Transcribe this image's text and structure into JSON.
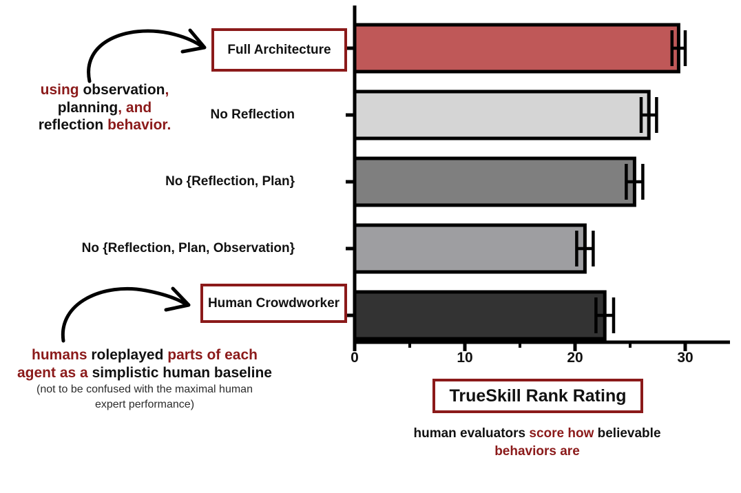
{
  "chart_data": {
    "type": "bar",
    "orientation": "horizontal",
    "title": "TrueSkill Rank Rating",
    "xlabel": "TrueSkill Rank Rating",
    "ylabel": "",
    "xlim": [
      0,
      33.5
    ],
    "xticks": [
      0,
      10,
      20,
      30
    ],
    "xtick_labels": [
      "0",
      "10",
      "20",
      "30"
    ],
    "xminor_ticks": [
      5,
      15,
      25
    ],
    "grid": false,
    "legend": null,
    "categories": [
      "Full Architecture",
      "No Reflection",
      "No {Reflection, Plan}",
      "No {Reflection, Plan, Observation}",
      "Human Crowdworker"
    ],
    "values": [
      29.4,
      26.7,
      25.4,
      20.9,
      22.7
    ],
    "errors": [
      0.6,
      0.7,
      0.75,
      0.75,
      0.8
    ],
    "bar_colors": [
      "#BF5858",
      "#D5D5D5",
      "#7F7F7F",
      "#9E9EA1",
      "#333333"
    ],
    "bar_edge_color": "#000000",
    "highlighted_categories": [
      "Full Architecture",
      "Human Crowdworker"
    ]
  },
  "annotations": {
    "top": {
      "line1_a": "using ",
      "line1_b": "observation",
      "line1_c": ",",
      "line2_a": "planning",
      "line2_b": ", and",
      "line3_a": "reflection",
      "line3_b": " behavior."
    },
    "bottom": {
      "line1_a": "humans ",
      "line1_b": "roleplayed",
      "line1_c": " parts of each",
      "line2_a": "agent as a ",
      "line2_b": "simplistic human baseline",
      "line3": "(not to be confused with the maximal human",
      "line4": "expert performance)"
    },
    "caption": {
      "part1": "human evaluators",
      "part2": " score how ",
      "part3": "believable",
      "part4": "behaviors are"
    }
  },
  "axis_title_box_label": "TrueSkill Rank Rating",
  "colors": {
    "accent_red": "#8B1A1A",
    "text_black": "#111111",
    "bar_red": "#BF5858"
  }
}
